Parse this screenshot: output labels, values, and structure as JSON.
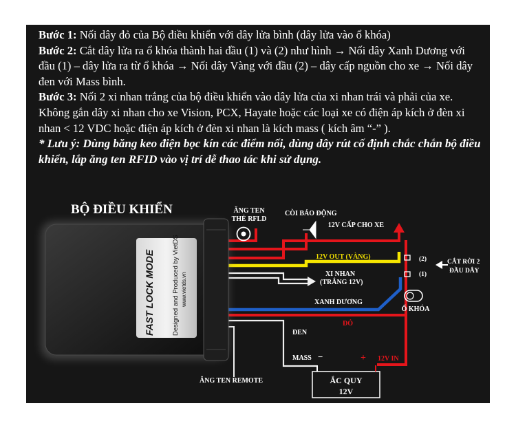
{
  "instructions": {
    "step1_label": "Bước 1:",
    "step1_text": " Nối dây đỏ của Bộ điều khiển với dây lửa bình (dây lửa vào ổ khóa)",
    "step2_label": "Bước 2:",
    "step2_text": " Cắt dây lửa ra ổ khóa thành hai đầu (1) và (2) như hình → Nối dây Xanh Dương với đầu (1) – dây lửa ra từ ổ khóa → Nối dây Vàng với đầu (2) – dây cấp nguồn cho xe → Nối dây đen với Mass bình.",
    "step3_label": "Bước 3:",
    "step3_text": " Nối 2 xi nhan trắng của bộ điều khiển vào dây lửa của xi nhan trái và phải của xe. Không gắn dây xi nhan cho xe Vision, PCX, Hayate hoặc các loại xe có điện áp kích ở đèn xi nhan < 12 VDC hoặc điện áp kích ở đèn xi nhan là kích mass ( kích âm “-” ).",
    "note": "* Lưu ý: Dùng băng keo điện bọc kín các điểm nối, dùng dây rút cố định chắc chắn bộ điều khiển, lắp ăng ten RFID vào vị trí dễ thao tác khi sử dụng."
  },
  "diagram": {
    "controller_title": "BỘ ĐIỀU KHIỂN",
    "device_logo": "FAST LOCK MODE",
    "device_maker": "Designed and Produced by VietDS",
    "device_site": "www.vietds.vn",
    "rfid_line1": "ĂNG TEN",
    "rfid_line2": "THẺ RFLD",
    "alarm": "CÒI BÁO ĐỘNG",
    "power_out": "12V CẤP CHO XE",
    "yellow_wire": "12V OUT (VÀNG)",
    "turn_line1": "XI NHAN",
    "turn_line2": "(TRẮNG 12V)",
    "blue_wire": "XANH DƯƠNG",
    "red_wire": "ĐỎ",
    "black_wire": "ĐEN",
    "end2": "(2)",
    "end1": "(1)",
    "cut_line1": "CẮT RỜI 2",
    "cut_line2": "ĐẦU DÂY",
    "ignition": "Ổ KHÓA",
    "mass": "MASS",
    "minus": "−",
    "plus": "+",
    "twelve_in": "12V IN",
    "battery_line1": "ẮC QUY",
    "battery_line2": "12V",
    "remote_antenna": "ĂNG TEN REMOTE"
  },
  "colors": {
    "panel": "#161616",
    "wire_red": "#e4151b",
    "wire_yellow": "#f7e600",
    "wire_blue": "#1f5fc8",
    "label_yellow": "#f2e000",
    "label_red": "#e4151b"
  }
}
